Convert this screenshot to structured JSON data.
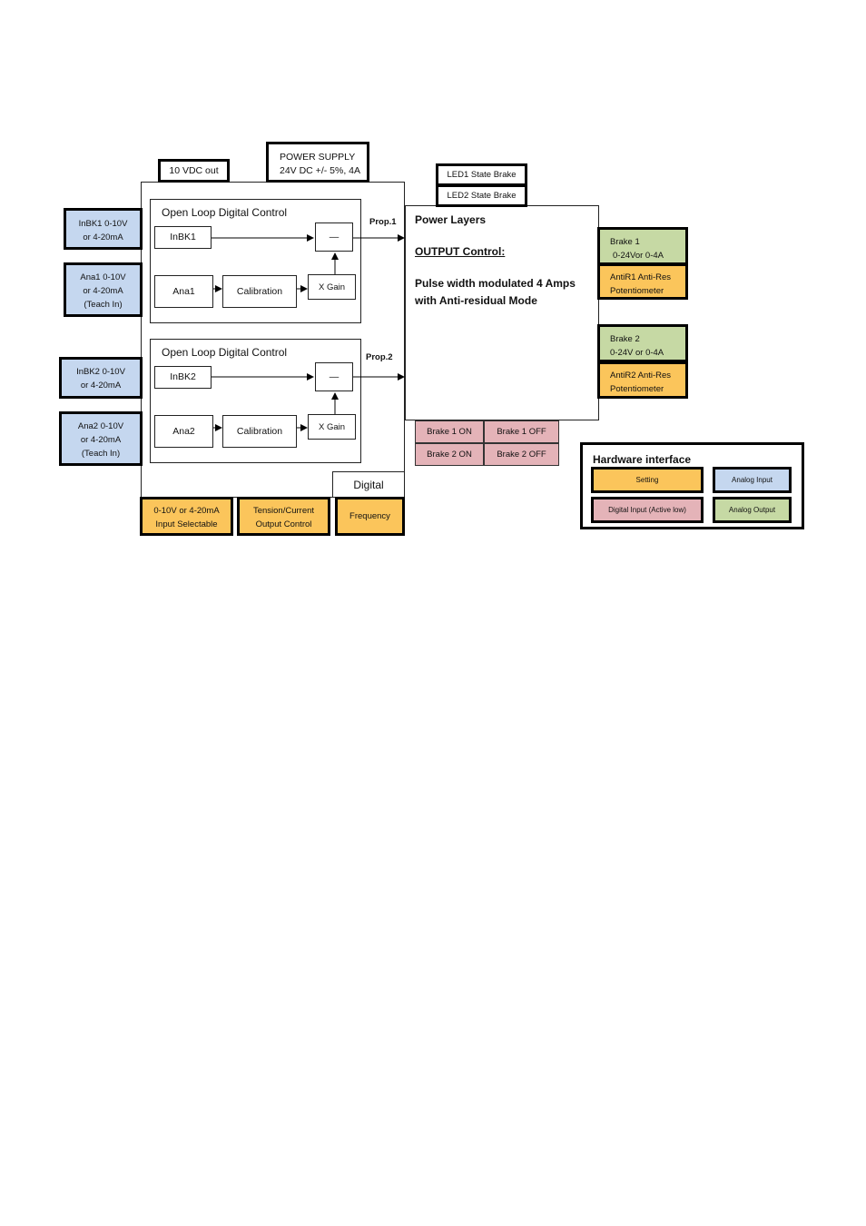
{
  "top": {
    "vdc_out": "10 VDC out",
    "power_supply_line1": "POWER SUPPLY",
    "power_supply_line2": "24V DC +/- 5%, 4A",
    "led1": "LED1 State Brake",
    "led2": "LED2 State Brake"
  },
  "inputs": {
    "inbk1_line1": "InBK1 0-10V",
    "inbk1_line2": "or 4-20mA",
    "ana1_line1": "Ana1 0-10V",
    "ana1_line2": "or 4-20mA",
    "ana1_line3": "(Teach In)",
    "inbk2_line1": "InBK2 0-10V",
    "inbk2_line2": "or 4-20mA",
    "ana2_line1": "Ana2 0-10V",
    "ana2_line2": "or 4-20mA",
    "ana2_line3": "(Teach In)"
  },
  "loop1": {
    "title": "Open Loop Digital Control",
    "inbk": "InBK1",
    "ana": "Ana1",
    "calibration": "Calibration",
    "gain": "X Gain",
    "sum": "—",
    "prop": "Prop.1"
  },
  "loop2": {
    "title": "Open Loop Digital Control",
    "inbk": "InBK2",
    "ana": "Ana2",
    "calibration": "Calibration",
    "gain": "X Gain",
    "sum": "—",
    "prop": "Prop.2"
  },
  "power": {
    "title": "Power Layers",
    "output_control": "OUTPUT Control:",
    "desc_line1": "Pulse width modulated 4 Amps",
    "desc_line2": "with Anti-residual Mode"
  },
  "outputs": {
    "brake1_line1": "Brake 1",
    "brake1_line2": "0-24Vor 0-4A",
    "antir1_line1": "AntiR1 Anti-Res",
    "antir1_line2": "Potentiometer",
    "brake2_line1": "Brake 2",
    "brake2_line2": "0-24V or 0-4A",
    "antir2_line1": "AntiR2 Anti-Res",
    "antir2_line2": "Potentiometer"
  },
  "digital_inputs": {
    "b1_on": "Brake 1 ON",
    "b1_off": "Brake 1 OFF",
    "b2_on": "Brake 2 ON",
    "b2_off": "Brake 2 OFF"
  },
  "bottom": {
    "digital": "Digital",
    "input_sel_line1": "0-10V or 4-20mA",
    "input_sel_line2": "Input Selectable",
    "tension_line1": "Tension/Current",
    "tension_line2": "Output Control",
    "frequency": "Frequency"
  },
  "legend": {
    "title": "Hardware interface",
    "setting": "Setting",
    "analog_input": "Analog Input",
    "digital_input": "Digital Input (Active low)",
    "analog_output": "Analog Output"
  },
  "colors": {
    "analog_input": "#c5d7ef",
    "analog_output": "#c6d9a4",
    "setting": "#fbc55b",
    "digital_input": "#e4b3b8"
  }
}
